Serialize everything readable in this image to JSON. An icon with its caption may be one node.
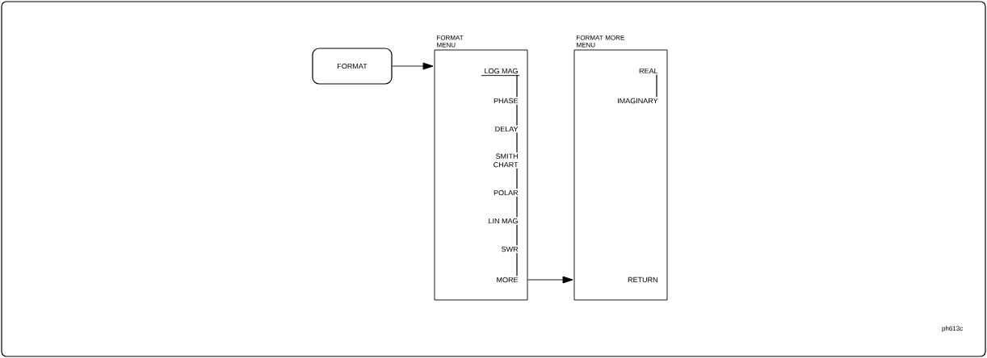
{
  "diagram": {
    "nodes": [
      {
        "text": [
          "FORMAT"
        ]
      },
      {
        "text": [
          "FORMAT MENU"
        ]
      },
      {
        "text": [
          "LOG MAG"
        ],
        "in": 1
      },
      {
        "text": [
          "PHASE"
        ],
        "in": 1
      },
      {
        "text": [
          "DELAY"
        ],
        "in": 1
      },
      {
        "text": [
          "SMITH CHART"
        ],
        "in": 1
      },
      {
        "text": [
          "POLAR"
        ],
        "in": 1
      },
      {
        "text": [
          "LIN MAG"
        ],
        "in": 1
      },
      {
        "text": [
          "SWR"
        ],
        "in": 1
      },
      {
        "text": [
          "MORE"
        ],
        "in": 1
      },
      {
        "text": [
          "FORMAT MORE MENU"
        ]
      },
      {
        "text": [
          "REAL"
        ],
        "in": 10
      },
      {
        "text": [
          "IMAGINARY"
        ],
        "in": 10
      },
      {
        "text": [
          "RETURN"
        ],
        "in": 10
      }
    ],
    "edges": [
      {
        "from": 0,
        "to": 1,
        "arrow": "to"
      },
      {
        "from": 2,
        "to": 3,
        "arrow": "none"
      },
      {
        "from": 3,
        "to": 4,
        "arrow": "none"
      },
      {
        "from": 4,
        "to": 5,
        "arrow": "none"
      },
      {
        "from": 5,
        "to": 6,
        "arrow": "none"
      },
      {
        "from": 6,
        "to": 7,
        "arrow": "none"
      },
      {
        "from": 7,
        "to": 8,
        "arrow": "none"
      },
      {
        "from": 8,
        "to": 9,
        "arrow": "none"
      },
      {
        "from": 9,
        "to": 10,
        "arrow": "to"
      },
      {
        "from": 11,
        "to": 12,
        "arrow": "none"
      }
    ],
    "labels": [
      "ph613c"
    ]
  }
}
